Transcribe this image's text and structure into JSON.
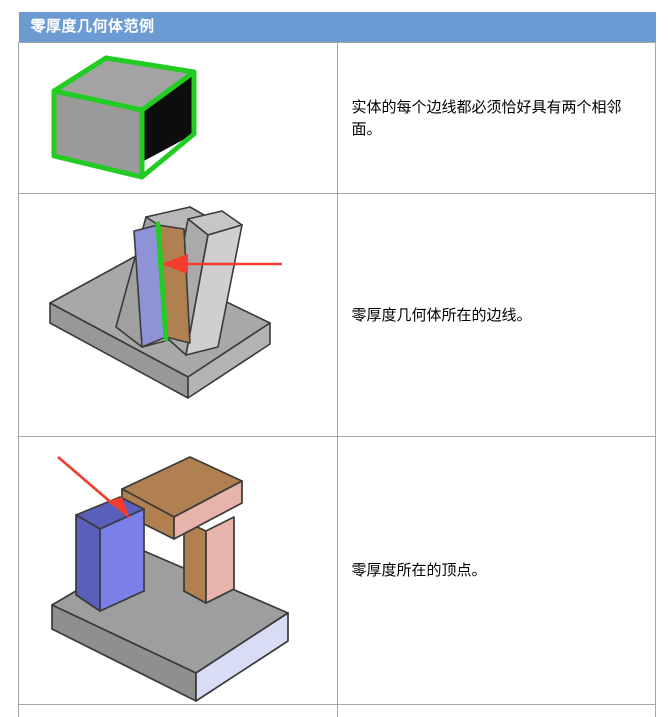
{
  "header": {
    "title": "零厚度几何体范例",
    "background_color": "#6b9bd2",
    "text_color": "#ffffff"
  },
  "table": {
    "border_color": "#a6a6a6",
    "columns": 2,
    "rows": [
      {
        "figure_name": "cube-with-green-edges",
        "figure_alt": "灰色立方体，绿色高亮边线，右侧面为黑色",
        "text": "实体的每个边线都必须恰好具有两个相邻面。"
      },
      {
        "figure_name": "two-slabs-zero-thickness-edge",
        "figure_alt": "基座上两块竖板，蓝色面与棕色面在绿色边线处相接，红色箭头指向该边线",
        "text": "零厚度几何体所在的边线。"
      },
      {
        "figure_name": "blue-box-and-brown-block-vertex",
        "figure_alt": "基座上蓝色立方体与棕色拱形块在一个顶点相接，红色箭头指向该顶点",
        "text": "零厚度所在的顶点。"
      },
      {
        "figure_name": "next-row-clipped",
        "figure_alt": "下一行被截断",
        "text": ""
      }
    ]
  },
  "colors": {
    "green_edge": "#22cc22",
    "red_arrow": "#f43b2e",
    "gray_face": "#9a9a9a",
    "gray_face_light": "#b6b6b6",
    "dark_face": "#0d0d0d",
    "blue_face": "#8d93d6",
    "blue_face_dark": "#5a5fbc",
    "blue_face_light": "#7b80e8",
    "brown_face": "#b08050",
    "brown_face_light": "#e8b3ab",
    "lavender_face": "#d9dcf7"
  }
}
